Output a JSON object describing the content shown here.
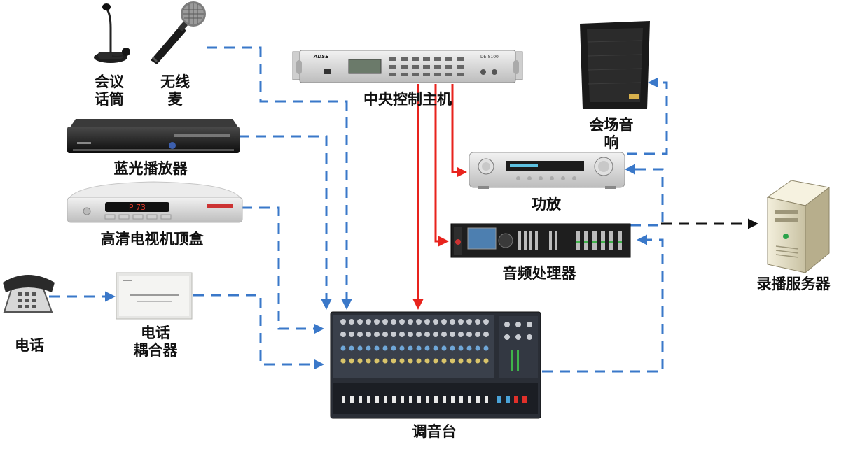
{
  "devices": {
    "conference_mic": {
      "label_line1": "会议",
      "label_line2": "话筒"
    },
    "wireless_mic": {
      "label_line1": "无线",
      "label_line2": "麦"
    },
    "central_controller": {
      "label": "中央控制主机",
      "brand": "ADSE",
      "model": "DE-8100"
    },
    "bluray_player": {
      "label": "蓝光播放器"
    },
    "hd_settop_box": {
      "label": "高清电视机顶盒",
      "display": "P 73"
    },
    "telephone": {
      "label": "电话"
    },
    "phone_coupler": {
      "label_line1": "电话",
      "label_line2": "耦合器"
    },
    "venue_speaker": {
      "label_line1": "会场音",
      "label_line2": "响"
    },
    "amplifier": {
      "label": "功放"
    },
    "audio_processor": {
      "label": "音频处理器"
    },
    "recording_server": {
      "label": "录播服务器"
    },
    "mixer": {
      "label": "调音台"
    }
  },
  "colors": {
    "audio_link": "#3a78c9",
    "control_link": "#e8231d",
    "network_link": "#111111"
  }
}
